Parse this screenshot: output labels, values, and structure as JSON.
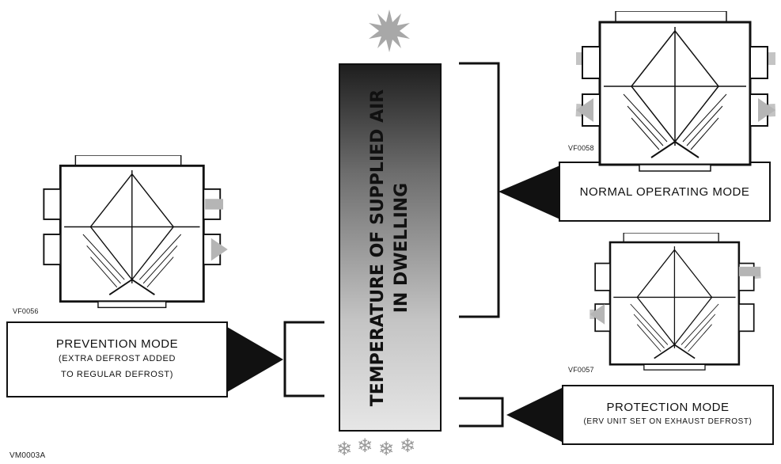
{
  "figure_id": "VM0003A",
  "bar": {
    "line1": "TEMPERATURE OF SUPPLIED AIR",
    "line2": "IN DWELLING"
  },
  "units": {
    "left": {
      "code": "VF0056"
    },
    "top_right": {
      "code": "VF0058"
    },
    "bottom_right": {
      "code": "VF0057"
    }
  },
  "modes": {
    "normal": {
      "title": "NORMAL OPERATING MODE"
    },
    "prevention": {
      "title": "PREVENTION MODE",
      "sub_line1": "(EXTRA DEFROST ADDED",
      "sub_line2": "TO REGULAR DEFROST)"
    },
    "protection": {
      "title": "PROTECTION MODE",
      "subtitle": "(ERV UNIT SET ON EXHAUST DEFROST)"
    }
  },
  "symbols": {
    "warm": "sun-icon",
    "cold": "snowflake-icon",
    "snowflakes": [
      "❄",
      "❄",
      "❄",
      "❄"
    ]
  },
  "colors": {
    "bar_top": "#1e1e1e",
    "bar_bottom": "#e6e6e6",
    "sun": "#a8a8a8",
    "arrow": "#b5b5b5",
    "outline": "#111111"
  }
}
